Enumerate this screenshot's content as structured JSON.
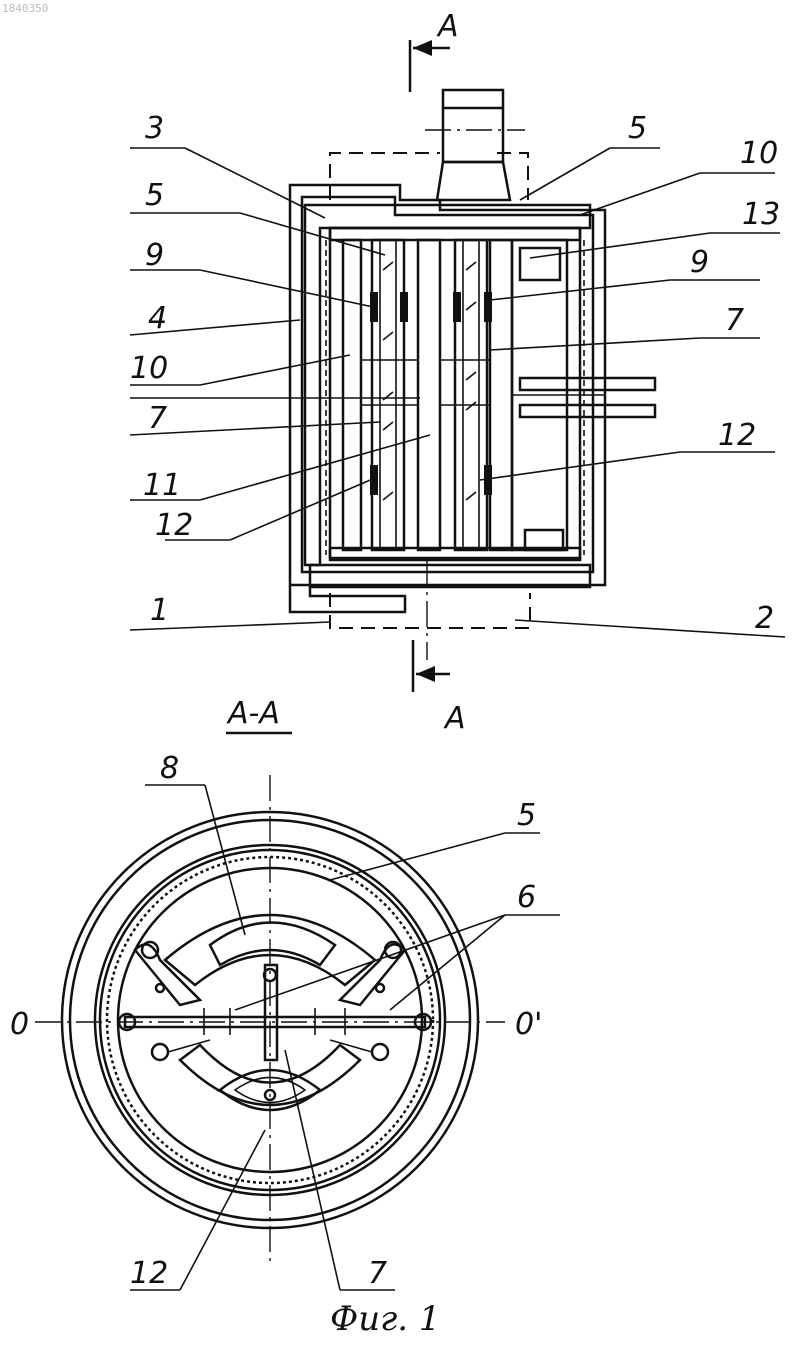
{
  "doc_id": "1840350",
  "section_marks": {
    "top": "A",
    "bottom": "A"
  },
  "section_title": "A-A",
  "caption": "Фиг. 1",
  "side_view_labels": {
    "l3": "3",
    "l5a": "5",
    "l9a": "9",
    "l4": "4",
    "l10a": "10",
    "l7a": "7",
    "l11": "11",
    "l12a": "12",
    "l1": "1",
    "r5": "5",
    "r10": "10",
    "r13": "13",
    "r9": "9",
    "r7": "7",
    "r12": "12",
    "r2": "2"
  },
  "section_view_labels": {
    "s8": "8",
    "s5": "5",
    "s6": "6",
    "s0": "0",
    "s0p": "0'",
    "s12": "12",
    "s7": "7"
  }
}
